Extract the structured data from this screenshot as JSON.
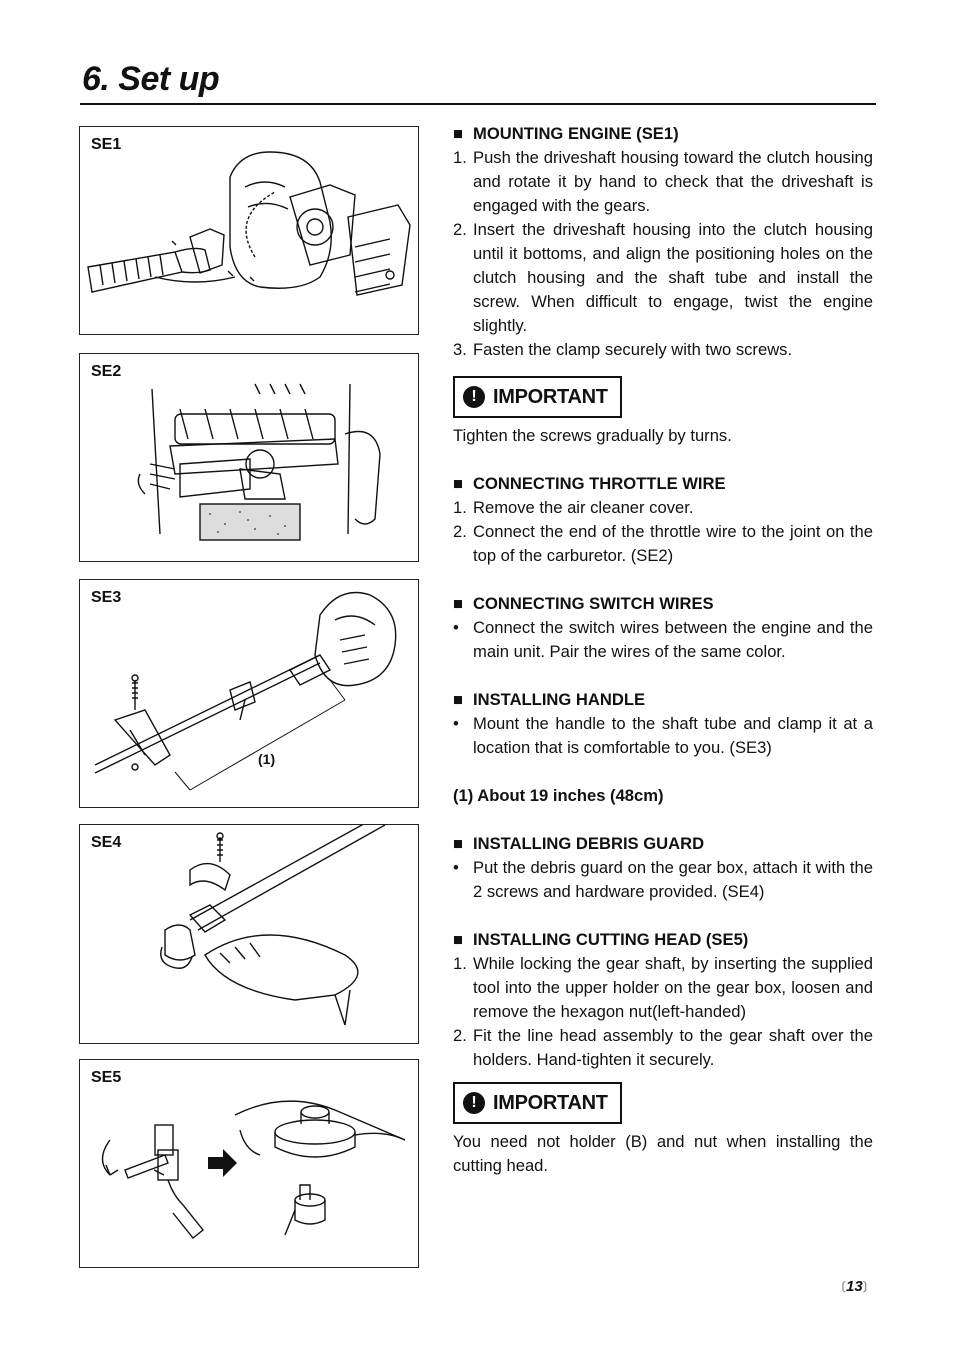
{
  "page": {
    "title": "6. Set up",
    "page_number": "13"
  },
  "figures": [
    {
      "label": "SE1"
    },
    {
      "label": "SE2"
    },
    {
      "label": "SE3",
      "callout": "(1)"
    },
    {
      "label": "SE4"
    },
    {
      "label": "SE5"
    }
  ],
  "sections": {
    "mounting_engine": {
      "heading": "MOUNTING ENGINE (SE1)",
      "items": [
        "Push the driveshaft housing toward the clutch housing and rotate it by hand to check that the driveshaft is engaged with the gears.",
        "Insert the driveshaft housing into the clutch housing until it bottoms, and align the positioning holes on the clutch housing and the shaft tube and install the screw. When difficult to engage, twist the engine slightly.",
        "Fasten the clamp securely with two screws."
      ],
      "item_numbers": [
        "1.",
        "2.",
        "3."
      ]
    },
    "important_1": {
      "label": "IMPORTANT",
      "text": "Tighten the screws gradually by turns."
    },
    "throttle_wire": {
      "heading": "CONNECTING THROTTLE WIRE",
      "items": [
        "Remove the air cleaner cover.",
        "Connect the end of the throttle wire to the joint on the top of the carburetor. (SE2)"
      ],
      "item_numbers": [
        "1.",
        "2."
      ]
    },
    "switch_wires": {
      "heading": "CONNECTING SWITCH WIRES",
      "items": [
        "Connect the switch wires between the engine and the main unit. Pair the wires of the same color."
      ]
    },
    "installing_handle": {
      "heading": "INSTALLING HANDLE",
      "items": [
        "Mount the handle to the shaft tube and clamp it at a location that is comfortable to you. (SE3)"
      ],
      "note": "(1) About 19 inches (48cm)"
    },
    "debris_guard": {
      "heading": "INSTALLING DEBRIS GUARD",
      "items": [
        "Put the debris guard on the gear box, attach it with the 2 screws and hardware provided. (SE4)"
      ]
    },
    "cutting_head": {
      "heading": "INSTALLING CUTTING HEAD (SE5)",
      "items": [
        "While locking the gear shaft, by inserting the supplied tool into the upper holder on the gear box, loosen and remove the hexagon nut(left-handed)",
        "Fit the line head assembly to the gear shaft over the holders. Hand-tighten it securely."
      ],
      "item_numbers": [
        "1.",
        "2."
      ]
    },
    "important_2": {
      "label": "IMPORTANT",
      "text": "You need not holder (B) and nut when installing the cutting head."
    }
  },
  "symbols": {
    "square": "■",
    "bullet": "•",
    "exclamation": "!"
  }
}
